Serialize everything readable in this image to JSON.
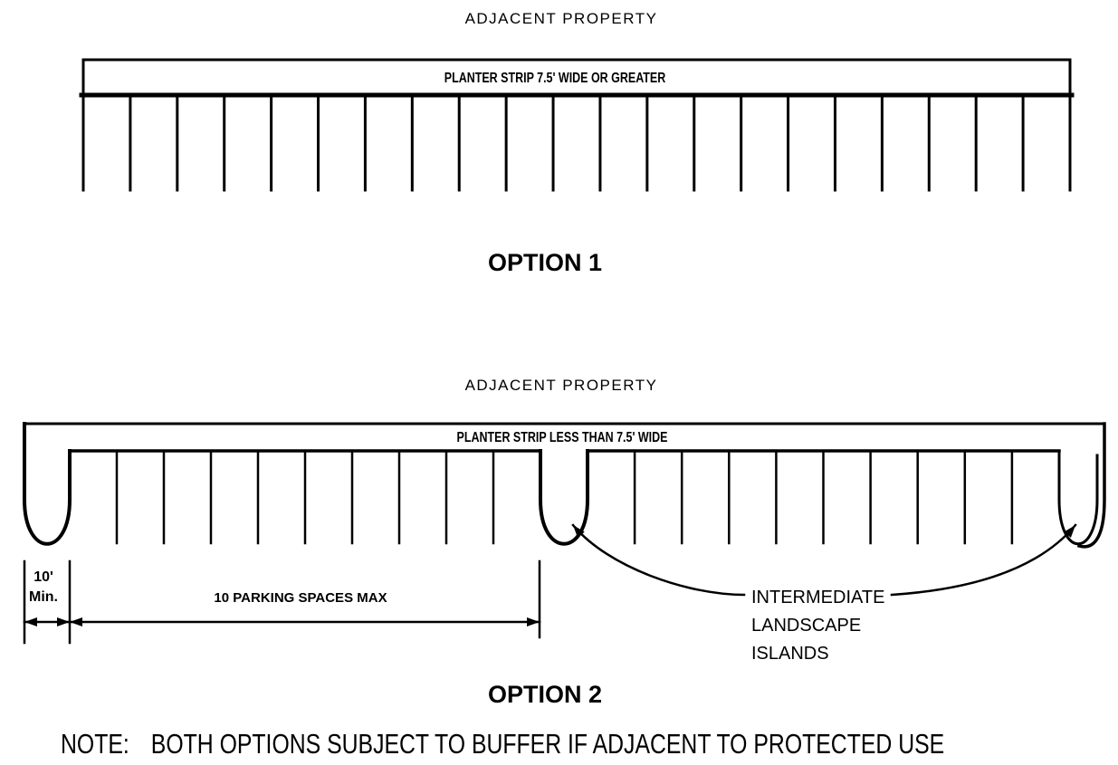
{
  "page": {
    "background": "#ffffff",
    "line_color": "#000000"
  },
  "option1": {
    "adjacent_property_label": "ADJACENT PROPERTY",
    "strip_label": "PLANTER STRIP 7.5' WIDE OR GREATER",
    "title": "OPTION 1",
    "parking_stall_line_count": 22
  },
  "option2": {
    "adjacent_property_label": "ADJACENT PROPERTY",
    "strip_label": "PLANTER STRIP LESS THAN 7.5' WIDE",
    "title": "OPTION 2",
    "island_count": 3,
    "bays": 2,
    "spaces_per_bay": 10,
    "min_island_width_dim": {
      "line1": "10'",
      "line2": "Min."
    },
    "max_spaces_dim_label": "10 PARKING SPACES MAX",
    "island_callout": {
      "line1": "INTERMEDIATE",
      "line2": "LANDSCAPE",
      "line3": "ISLANDS"
    }
  },
  "note": {
    "label": "NOTE:",
    "text": "BOTH OPTIONS SUBJECT TO BUFFER IF ADJACENT TO PROTECTED USE"
  }
}
